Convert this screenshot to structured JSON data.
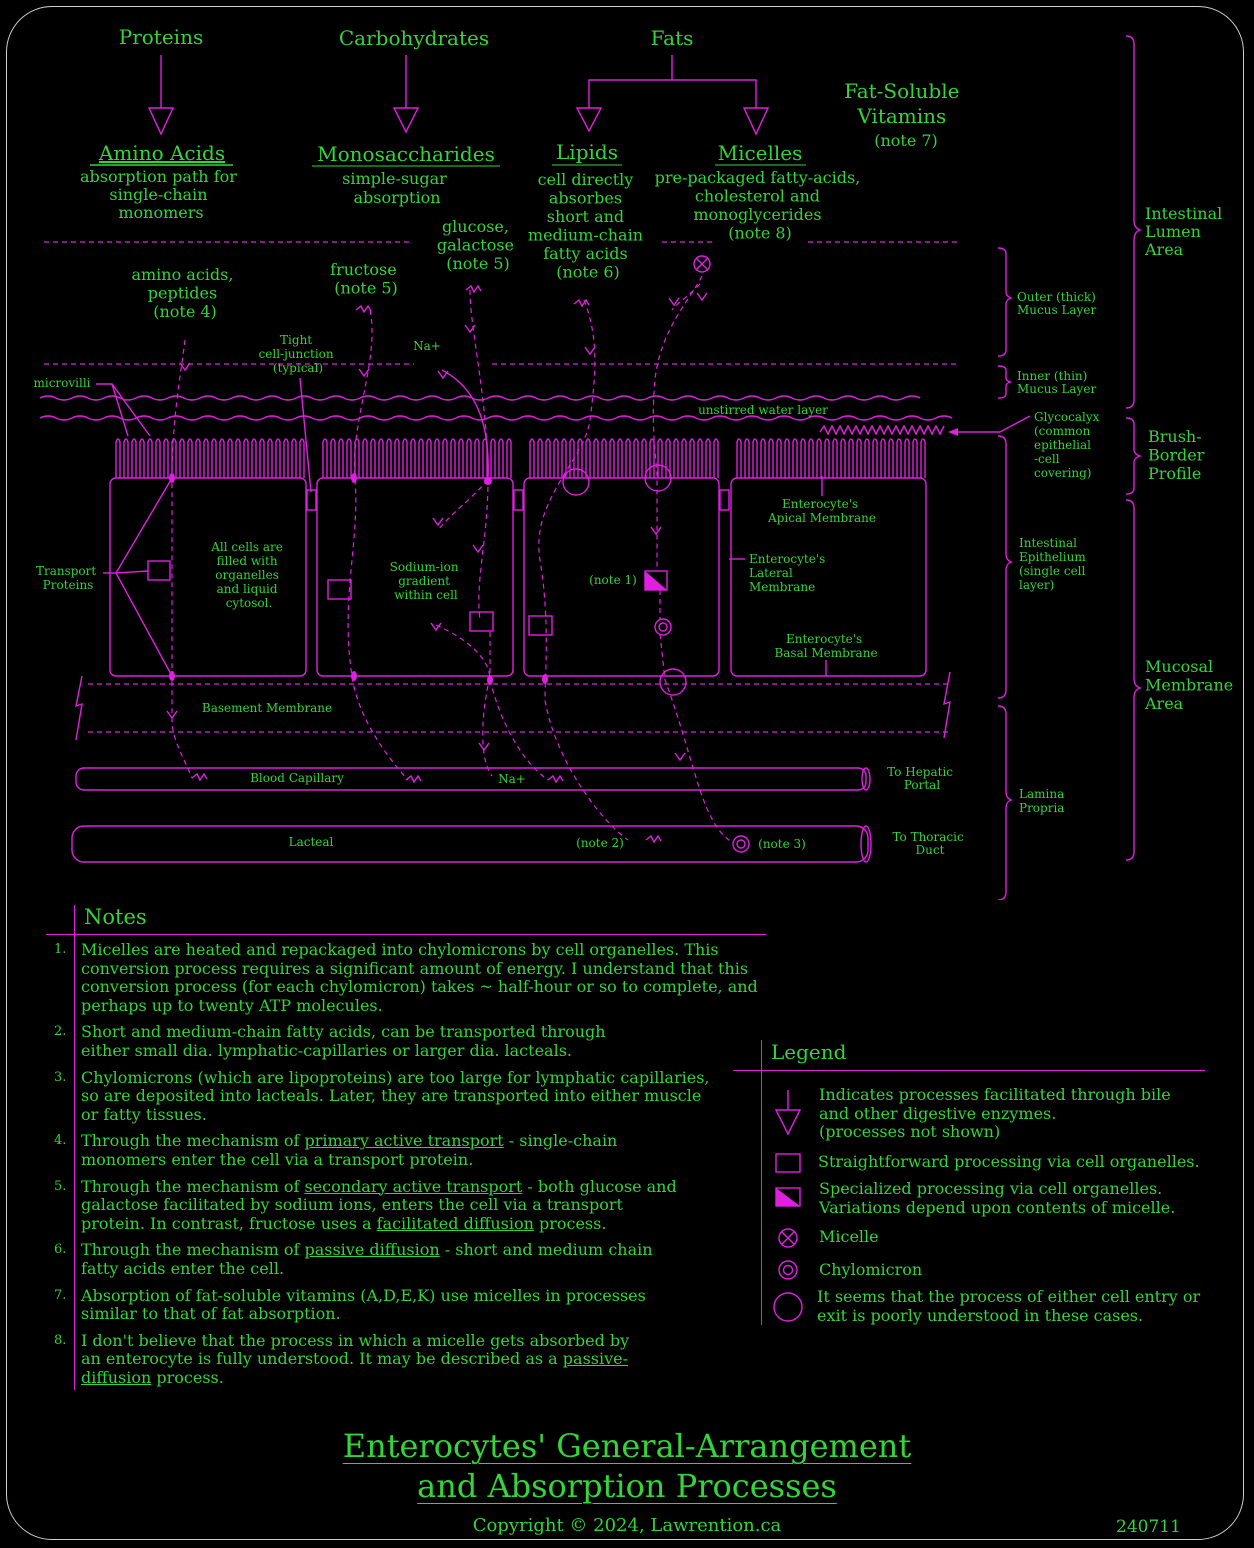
{
  "top_categories": {
    "proteins": "Proteins",
    "carbohydrates": "Carbohydrates",
    "fats": "Fats",
    "fat_soluble_vitamins": [
      "Fat-Soluble",
      "Vitamins"
    ],
    "note7": "(note 7)"
  },
  "products": {
    "amino_acids": {
      "title": "Amino Acids",
      "desc": [
        "absorption path for",
        "single-chain",
        "monomers"
      ]
    },
    "monosaccharides": {
      "title": "Monosaccharides",
      "desc": [
        "simple-sugar",
        "absorption"
      ]
    },
    "lipids": {
      "title": "Lipids",
      "desc": [
        "cell directly",
        "absorbes",
        "short and",
        "medium-chain",
        "fatty acids",
        "(note 6)"
      ]
    },
    "micelles": {
      "title": "Micelles",
      "desc": [
        "pre-packaged fatty-acids,",
        "cholesterol and",
        "monoglycerides",
        "(note 8)"
      ]
    }
  },
  "substances": {
    "amino": [
      "amino acids,",
      "peptides",
      "(note 4)"
    ],
    "fructose": [
      "fructose",
      "(note 5)"
    ],
    "glucose": [
      "glucose,",
      "galactose",
      "(note 5)"
    ]
  },
  "diagram_labels": {
    "tight_junction": [
      "Tight",
      "cell-junction",
      "(typical)"
    ],
    "na_plus": "Na+",
    "microvilli": "microvilli",
    "unstirred": "unstirred water layer",
    "glycocalyx": [
      "Glycocalyx",
      "(common",
      "epithelial",
      "-cell",
      "covering)"
    ],
    "outer_mucus": [
      "Outer (thick)",
      "Mucus Layer"
    ],
    "inner_mucus": [
      "Inner (thin)",
      "Mucus Layer"
    ],
    "transport_proteins": [
      "Transport",
      "Proteins"
    ],
    "all_cells": [
      "All cells are",
      "filled with",
      "organelles",
      "and liquid",
      "cytosol."
    ],
    "sodium_gradient": [
      "Sodium-ion",
      "gradient",
      "within cell"
    ],
    "note1": "(note 1)",
    "apical": [
      "Enterocyte's",
      "Apical Membrane"
    ],
    "lateral": [
      "Enterocyte's",
      "Lateral",
      "Membrane"
    ],
    "basal": [
      "Enterocyte's",
      "Basal Membrane"
    ],
    "basement": "Basement Membrane",
    "blood_capillary": "Blood Capillary",
    "lacteal": "Lacteal",
    "note2": "(note 2)",
    "note3": "(note 3)",
    "hepatic": [
      "To Hepatic",
      "Portal"
    ],
    "thoracic": [
      "To Thoracic",
      "Duct"
    ],
    "intestinal_epithelium": [
      "Intestinal",
      "Epithelium",
      "(single cell",
      "layer)"
    ],
    "lamina_propria": [
      "Lamina",
      "Propria"
    ],
    "lumen_area": [
      "Intestinal",
      "Lumen",
      "Area"
    ],
    "brush_border": [
      "Brush-",
      "Border",
      "Profile"
    ],
    "mucosal_area": [
      "Mucosal",
      "Membrane",
      "Area"
    ]
  },
  "notes": {
    "heading": "Notes",
    "items": [
      {
        "num": "1.",
        "text": "Micelles are heated and repackaged into chylomicrons by cell organelles. This conversion process requires a significant amount of energy. I understand that this conversion process (for each chylomicron) takes ~ half-hour or so to complete, and perhaps up to twenty ATP molecules."
      },
      {
        "num": "2.",
        "text": "Short and medium-chain fatty acids, can be transported through either small dia. lymphatic-capillaries or larger dia. lacteals."
      },
      {
        "num": "3.",
        "text": "Chylomicrons (which are lipoproteins) are too large for lymphatic capillaries, so are deposited into lacteals. Later, they are transported into either muscle or fatty tissues."
      },
      {
        "num": "4.",
        "pre": "Through the mechanism of ",
        "u1": "primary active transport",
        "post": " - single-chain monomers enter the cell via a transport protein."
      },
      {
        "num": "5.",
        "pre": "Through the mechanism of ",
        "u1": "secondary active transport",
        "mid": " - both glucose and galactose facilitated by sodium ions, enters the cell via a transport protein. In contrast, fructose uses a ",
        "u2": "facilitated diffusion",
        "post": " process."
      },
      {
        "num": "6.",
        "pre": "Through the mechanism of ",
        "u1": "passive diffusion",
        "post": " - short and medium chain fatty acids enter the cell."
      },
      {
        "num": "7.",
        "text": "Absorption of fat-soluble vitamins (A,D,E,K) use micelles in processes similar to that of fat absorption."
      },
      {
        "num": "8.",
        "pre": "I don't believe that the process in which a micelle gets absorbed by an enterocyte is fully understood. It may be described as a ",
        "u1": "passive-diffusion",
        "post": " process."
      }
    ]
  },
  "legend": {
    "heading": "Legend",
    "items": [
      [
        "Indicates processes facilitated through bile",
        "and other digestive enzymes.",
        "(processes not shown)"
      ],
      [
        "Straightforward processing via cell organelles."
      ],
      [
        "Specialized processing via cell organelles.",
        "Variations depend upon contents of micelle."
      ],
      [
        "Micelle"
      ],
      [
        "Chylomicron"
      ],
      [
        "It seems that the process of either cell entry or",
        "exit is poorly understood in these cases."
      ]
    ]
  },
  "title": [
    "Enterocytes' General-Arrangement",
    "and Absorption Processes"
  ],
  "copyright": "Copyright © 2024, Lawrention.ca",
  "doc_number": "240711"
}
